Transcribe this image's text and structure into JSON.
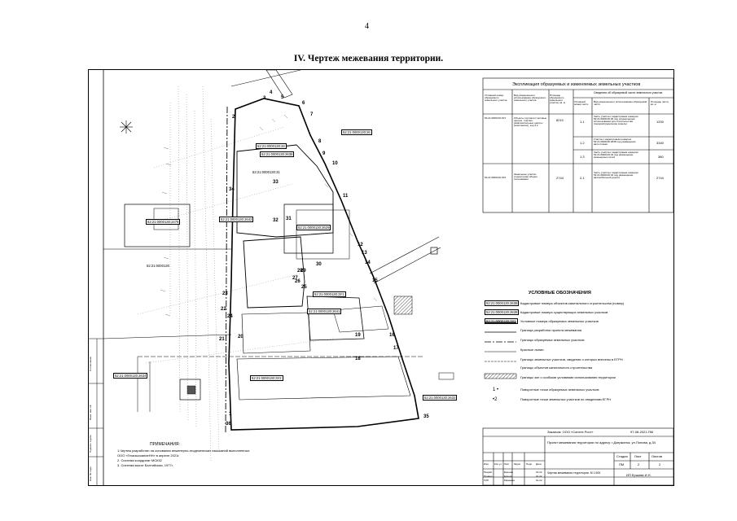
{
  "page": {
    "number": "4",
    "heading": "IV.  Чертеж межевания территории."
  },
  "explication": {
    "title": "Экспликация образуемых и изменяемых земельных участков",
    "headers": [
      "Условный номер образуемого земельного участка",
      "Вид разрешенного использования образуемого земельного участка",
      "Площадь образуемого земельного участка, кв. м",
      "Сведения об образуемой части земельного участка",
      "Условный номер части",
      "Вид разрешенного использования образуемой части",
      "Площадь части, кв. м"
    ],
    "rows": [
      {
        "num": "52:21:0000130:ЗУ1",
        "use": "Объекты торговли (торговые центры, торгово-развлекательные центры (комплексы)), код 4.2",
        "area": "8210",
        "parts": [
          {
            "p": "1.1",
            "desc": "Часть участка с кадастровым номером 52:21:0000130:26 под ограничением использования для строительства (перераспределение земель)",
            "a": "1200"
          },
          {
            "p": "1.2",
            "desc": "Участок с кадастровым номером 52:21:0000130:2638 под размещение автостоянки",
            "a": "3340"
          },
          {
            "p": "1.3",
            "desc": "Часть участка с кадастровым номером 52:21:0000130:34 под размещение инженерных сетей",
            "a": "380"
          }
        ]
      },
      {
        "num": "52:21:0000130:ЗУ2",
        "use": "Земельные участки (территории) общего пользования",
        "area": "2744",
        "parts": [
          {
            "p": "2.1",
            "desc": "Часть участка с кадастровым номером 52:21:0000130:34 под размещение автомобильной дороги",
            "a": "2744"
          }
        ]
      }
    ]
  },
  "legend": {
    "title": "УСЛОВНЫЕ ОБОЗНАЧЕНИЯ",
    "items": [
      {
        "sym": "52:21:0000130:2638",
        "text": "Кадастровые номера объектов капитального строительства (номер)"
      },
      {
        "sym": "52:21:0000130:2638",
        "text": "Кадастровые номера существующих земельных участков"
      },
      {
        "sym": "52:21:0000130:ЗУ1",
        "text": "Условные номера образуемых земельных участков"
      },
      {
        "sym": "",
        "text": "Граница разработки проекта межевания"
      },
      {
        "sym": "",
        "text": "Границы образуемых земельных участков"
      },
      {
        "sym": "",
        "text": "Красные линии"
      },
      {
        "sym": "",
        "text": "Границы земельных участков, сведения о которых внесены в ЕГРН"
      },
      {
        "sym": "",
        "text": "Границы объектов капитального строительства"
      },
      {
        "sym": "",
        "text": "Границы зон с особыми условиями использования территории"
      },
      {
        "sym": "1 •",
        "text": "Поворотные точки образуемых земельных участков"
      },
      {
        "sym": "•2",
        "text": "Поворотные точки земельных участков по сведениям ЕГРН"
      }
    ]
  },
  "notes": {
    "title": "ПРИМЕЧАНИЯ:",
    "lines": [
      "1.Чертеж разработан на основании инженерно-геодезических изысканий выполненных",
      "ООО «ГеоизысканиеНН» в апреле 2021г.",
      "2. Система координат МСК52",
      "3. Система высот Балтийская, 1977г."
    ]
  },
  "stamp": {
    "customer": "Заказчик: ООО «Сантех Рост»",
    "code": "97-08-2021-ПМ",
    "project": "Проект межевания территории по адресу: г.Дзержинск, ул.Попова, д.34",
    "sheet_title": "Чертеж межевания территории. М 1:500",
    "stage": "ПМ",
    "sheet": "2",
    "sheets": "2",
    "cols": [
      "Изм.",
      "Кол.уч",
      "Лист",
      "№док",
      "Подп.",
      "Дата"
    ],
    "roles": [
      {
        "role": "Разраб.",
        "name": "Ершова",
        "date": "01.22"
      },
      {
        "role": "Провер.",
        "name": "Ершов",
        "date": "01.22"
      },
      {
        "role": "ГИП",
        "name": "Мамаева",
        "date": "01.22"
      }
    ],
    "labels": {
      "stage": "Стадия",
      "sheet": "Лист",
      "sheets": "Листов"
    },
    "org": "ИП Ершова И.Н."
  },
  "sidebar": {
    "labels": [
      "Согласовано",
      "Взам. инв. №",
      "Подпись и дата",
      "Инв. № подл."
    ]
  },
  "plan": {
    "parcels": [
      "52:21:0000130:26",
      "52:21:0000130:2638",
      "52:21:0000130:34",
      "52:21:0000130:ЗУ1",
      "52:21:0000130:ЗУ2",
      "52:21:0000130:2478",
      "52:21:0000130",
      "52:21:0000130:2642",
      "52:21:0000130:2629",
      "52:21:0000130:2641",
      "52:21:0000130:2634",
      "52:21:0000130:31",
      "52:21:0000130:2632"
    ],
    "points": [
      "1",
      "2",
      "3",
      "4",
      "5",
      "6",
      "7",
      "8",
      "9",
      "10",
      "11",
      "12",
      "13",
      "14",
      "15",
      "16",
      "17",
      "18",
      "19",
      "20",
      "21",
      "22",
      "23",
      "24",
      "25",
      "26",
      "27",
      "28",
      "29",
      "30",
      "31",
      "32",
      "33",
      "34",
      "35",
      "36"
    ]
  },
  "colors": {
    "ink": "#000000",
    "paper": "#ffffff",
    "hatch": "#555555"
  }
}
